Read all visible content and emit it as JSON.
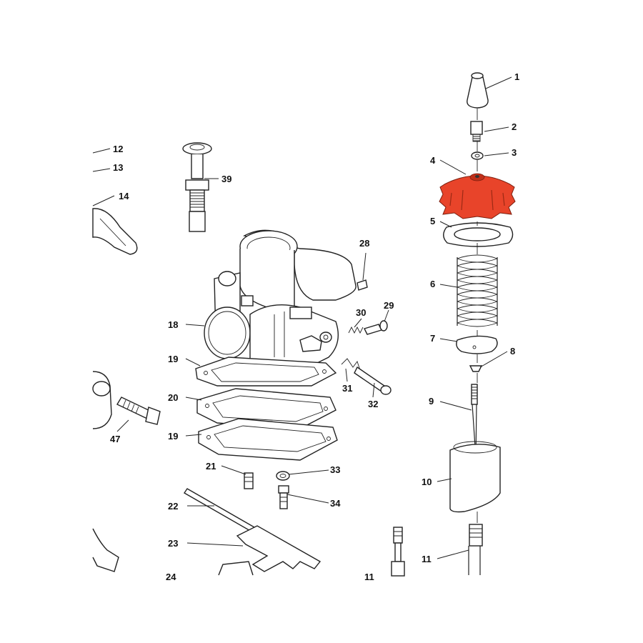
{
  "diagram": {
    "highlight_color": "#e8442a",
    "highlighted_part": "4",
    "callouts": [
      "1",
      "2",
      "3",
      "4",
      "5",
      "6",
      "7",
      "8",
      "9",
      "10",
      "11",
      "12",
      "13",
      "14",
      "18",
      "19",
      "20",
      "19",
      "21",
      "22",
      "23",
      "24",
      "28",
      "29",
      "30",
      "31",
      "32",
      "33",
      "34",
      "39",
      "47",
      "11"
    ]
  }
}
